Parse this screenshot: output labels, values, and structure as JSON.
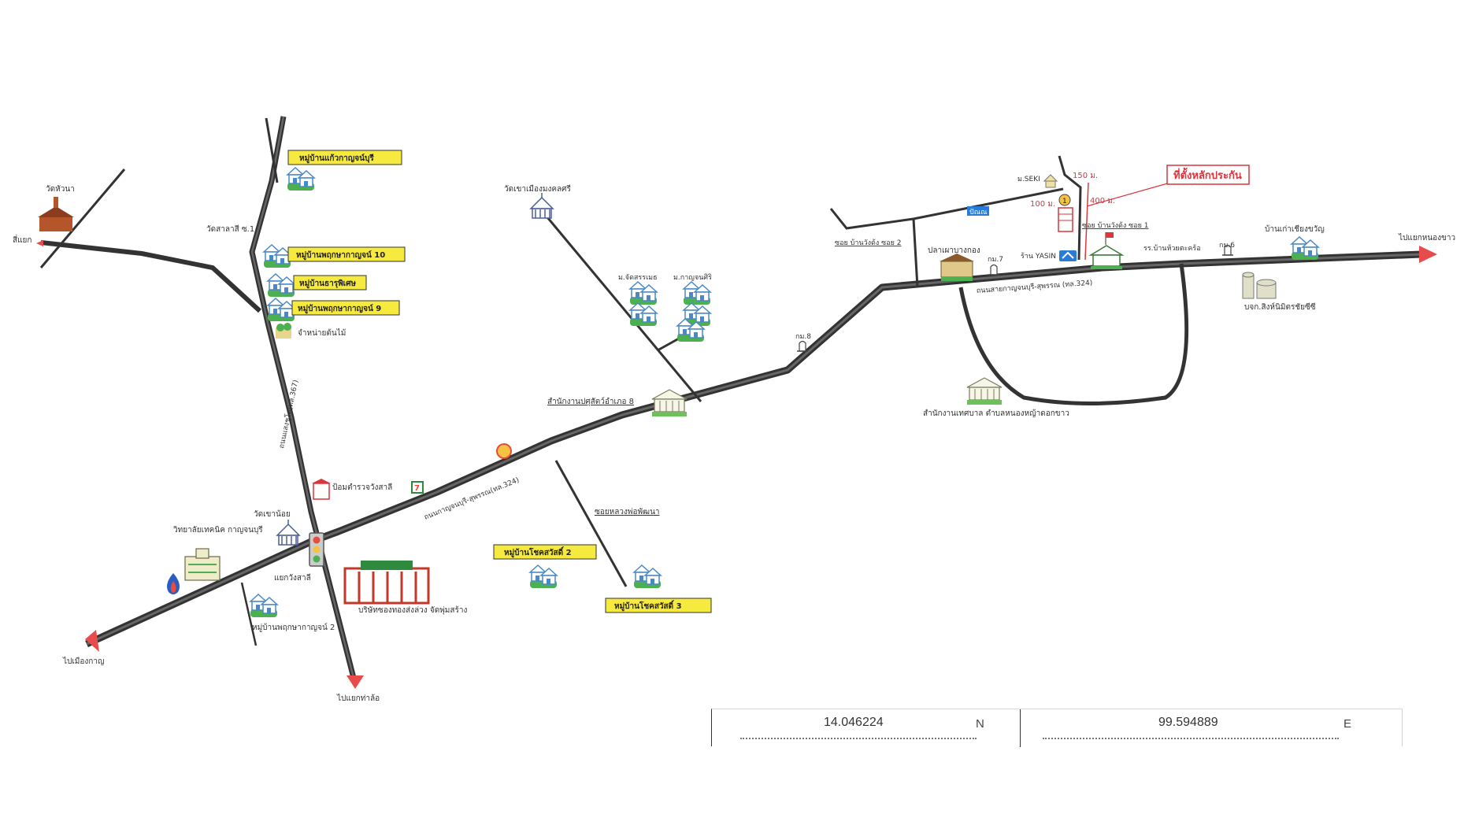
{
  "map": {
    "colors": {
      "road": "#333333",
      "road_fill": "#555555",
      "label_box": "#f7ea3f",
      "accent_red": "#d9363e",
      "house_blue": "#4a89c7",
      "grass_green": "#4caf50"
    },
    "labels": {
      "wat_hua_na": "วัดหัวนา",
      "left_edge": "สี่แยก",
      "wat_sara_si": "วัดสาลาสี ซ.1",
      "village_kaen_kanchanaburi": "หมู่บ้านแก้วกาญจน์บุรี",
      "village_phruksa_10": "หมู่บ้านพฤกษากาญจน์ 10",
      "village_thanya": "หมู่บ้านธารุพิเศษ",
      "village_phruksa_9": "หมู่บ้านพฤกษากาญจน์ 9",
      "plant_shop": "จำหน่ายต้นไม้",
      "wat_nong_khao_mueang": "วัดเขาเมืองมงคลศรี",
      "mor_chat_suek": "ม.จัดสรรเมธ",
      "mor_kan_chanuk": "ม.กาญจนศิริ",
      "district_office": "สำนักงานปศุสัตว์อำเภอ 8",
      "road_main_left": "ถนนกาญจนบุรี-สุพรรณ(ทล.324)",
      "road_vertical": "ถนนแสงชูโต(ทล.367)",
      "sanitarium_shop": "ป้อมตำรวจวังสาลี",
      "wat_tha_lo": "วัดเขาน้อย",
      "vocational_college": "วิทยาลัยเทคนิค กาญจนบุรี",
      "intersection": "แยกวังสาลี",
      "company_name": "บริษัทซองทองส่งล่วง จัดพุ่มสร้าง",
      "village_phruksa_2": "หมู่บ้านพฤกษากาญจน์ 2",
      "side_road_mid": "ซอยหลวงพ่อพัฒนา",
      "village_sukasawad_2": "หมู่บ้านโชคสวัสดิ์ 2",
      "village_sukasawad_3": "หมู่บ้านโชคสวัสดิ์ 3",
      "to_mueang": "ไปเมืองกาญ",
      "to_tha_muang": "ไปแยกท่าล้อ",
      "km_marker_8": "กม.8",
      "soi_left_top": "ซอย บ้านวังด้ง ซอย 2",
      "shop_pla_lek": "ปลาเผาบางกอง",
      "km_marker_7": "กม.7",
      "shop_yasin": "ร้าน YASIN",
      "soi_wang_dong_1": "ซอย บ้านวังด้ง ซอย 1",
      "mor_salak": "ม.SEKI",
      "dist_150": "150 ม.",
      "dist_100": "100 ม.",
      "dist_400": "400 ม.",
      "collateral": "ที่ตั้งหลักประกัน",
      "road_main_right": "ถนนสายกาญจนบุรี-สุพรรณ (ทล.324)",
      "municipal_office": "สำนักงานเทศบาล ตำบลหนองหญ้าดอกขาว",
      "school_huai_khamin": "รร.บ้านห้วยตะคร้อ",
      "km_marker_6": "กม.6",
      "village_chiang_rai": "บ้านเก่าเชียงขวัญ",
      "company_silos": "บจก.สิงห์นิมิตรชัยซีซี",
      "to_nong_ya_dok_khao": "ไปแยกหนองขาว",
      "blue_tag": "ปัณณ"
    }
  },
  "coordinates": {
    "latitude": "14.046224",
    "lat_suffix": "N",
    "longitude": "99.594889",
    "lon_suffix": "E"
  }
}
